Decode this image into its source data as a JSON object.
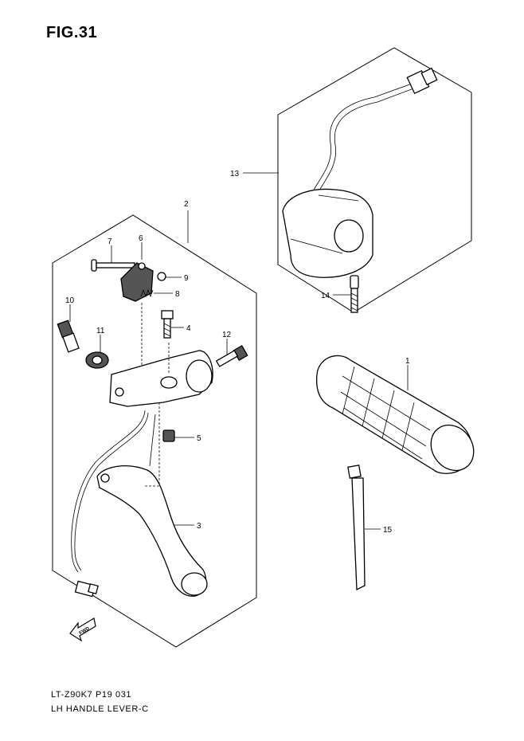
{
  "figure": {
    "title": "FIG.31"
  },
  "footer": {
    "model_code": "LT-Z90K7  P19  031",
    "description": "LH HANDLE LEVER-C"
  },
  "fwd_label": "FWD",
  "callouts": [
    {
      "id": "c1",
      "label": "1"
    },
    {
      "id": "c2",
      "label": "2"
    },
    {
      "id": "c3",
      "label": "3"
    },
    {
      "id": "c4",
      "label": "4"
    },
    {
      "id": "c5",
      "label": "5"
    },
    {
      "id": "c6",
      "label": "6"
    },
    {
      "id": "c7",
      "label": "7"
    },
    {
      "id": "c8",
      "label": "8"
    },
    {
      "id": "c9",
      "label": "9"
    },
    {
      "id": "c10",
      "label": "10"
    },
    {
      "id": "c11",
      "label": "11"
    },
    {
      "id": "c12",
      "label": "12"
    },
    {
      "id": "c13",
      "label": "13"
    },
    {
      "id": "c14",
      "label": "14"
    },
    {
      "id": "c15",
      "label": "15"
    }
  ]
}
